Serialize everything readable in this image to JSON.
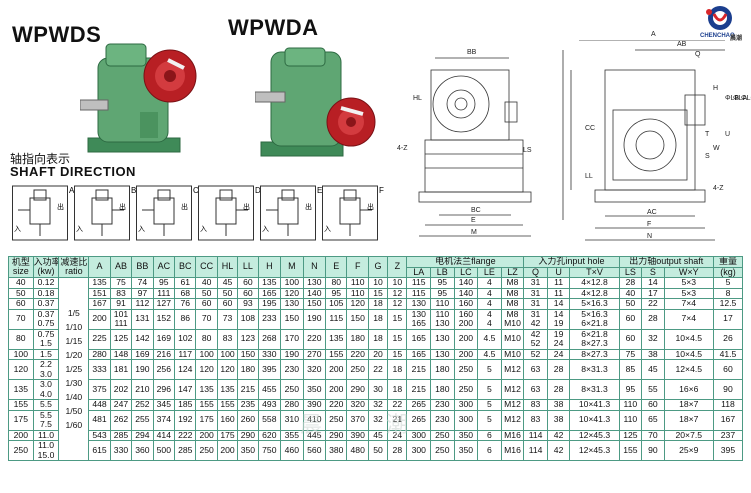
{
  "header": {
    "model_left": "WPWDS",
    "model_right": "WPWDA",
    "shaft_cn": "轴指向表示",
    "shaft_en": "SHAFT DIRECTION",
    "logo_name": "CHENCHAO",
    "logo_cn": "晨潮"
  },
  "shaft_diagrams": [
    {
      "letter": "A",
      "in": "入",
      "out": "出"
    },
    {
      "letter": "B",
      "in": "入",
      "out": "出"
    },
    {
      "letter": "C",
      "in": "入",
      "out": "出"
    },
    {
      "letter": "D",
      "in": "入",
      "out": "出"
    },
    {
      "letter": "E",
      "in": "入",
      "out": "出"
    },
    {
      "letter": "F",
      "in": "入",
      "out": "出"
    }
  ],
  "drawing_labels": {
    "side": [
      "BB",
      "HL",
      "4-Z",
      "LS",
      "BC",
      "E",
      "M"
    ],
    "front": [
      "A",
      "AB",
      "Q",
      "H",
      "CC",
      "LL",
      "ΦLB",
      "ΦLA",
      "ΦLC",
      "T",
      "U",
      "W",
      "S",
      "4-Z",
      "AC",
      "F",
      "N"
    ]
  },
  "table": {
    "group_headers": {
      "flange": "电机法兰flange",
      "input": "入力孔input hole",
      "output": "出力轴output shaft",
      "weight": "重量"
    },
    "columns": {
      "frame_size": "机型\nsize",
      "power": "入功率\n(kw)",
      "ratio": "减速比\nratio",
      "dims": [
        "A",
        "AB",
        "BB",
        "AC",
        "BC",
        "CC",
        "HL",
        "LL",
        "H",
        "M",
        "N",
        "E",
        "F",
        "G",
        "Z"
      ],
      "flange": [
        "LA",
        "LB",
        "LC",
        "LE",
        "LZ"
      ],
      "input": [
        "Q",
        "U",
        "T×V"
      ],
      "output": [
        "LS",
        "S",
        "W×Y"
      ],
      "weight_unit": "(kg)"
    },
    "ratios": [
      "1/5",
      "1/10",
      "1/15",
      "1/20",
      "1/25",
      "1/30",
      "1/40",
      "1/50",
      "1/60"
    ],
    "rows": [
      {
        "size": "40",
        "power": [
          "0.12"
        ],
        "dims": [
          "135",
          "75",
          "74",
          "95",
          "61",
          "40",
          "45",
          "60",
          "135",
          "100",
          "130",
          "80",
          "110",
          "10",
          "10"
        ],
        "flange": [
          [
            "115",
            "95",
            "140",
            "4"
          ]
        ],
        "lz": "M8",
        "input": [
          [
            "31",
            "11",
            "4×12.8"
          ]
        ],
        "output": [
          "28",
          "14",
          "5×3"
        ],
        "weight": "5"
      },
      {
        "size": "50",
        "power": [
          "0.18"
        ],
        "dims": [
          "151",
          "83",
          "97",
          "111",
          "68",
          "50",
          "50",
          "60",
          "165",
          "120",
          "140",
          "95",
          "110",
          "15",
          "12"
        ],
        "flange": [
          [
            "115",
            "95",
            "140",
            "4"
          ]
        ],
        "lz": "M8",
        "input": [
          [
            "31",
            "11",
            "4×12.8"
          ]
        ],
        "output": [
          "40",
          "17",
          "5×3"
        ],
        "weight": "8"
      },
      {
        "size": "60",
        "power": [
          "0.37"
        ],
        "dims": [
          "167",
          "91",
          "112",
          "127",
          "76",
          "60",
          "60",
          "93",
          "195",
          "130",
          "150",
          "105",
          "120",
          "18",
          "12"
        ],
        "flange": [
          [
            "130",
            "110",
            "160",
            "4"
          ]
        ],
        "lz": "M8",
        "input": [
          [
            "31",
            "14",
            "5×16.3"
          ]
        ],
        "output": [
          "50",
          "22",
          "7×4"
        ],
        "weight": "12.5"
      },
      {
        "size": "70",
        "power": [
          "0.37",
          "0.75"
        ],
        "dims": [
          "200",
          "131",
          "152",
          "86",
          "70",
          "73",
          "108",
          "233",
          "150",
          "190",
          "115",
          "150",
          "18",
          "15"
        ],
        "ab": "101\n111",
        "flange": [
          [
            "130",
            "110",
            "160",
            "4"
          ],
          [
            "165",
            "130",
            "200",
            "4"
          ]
        ],
        "lz": "M8\nM10",
        "input": [
          [
            "31",
            "14",
            "5×16.3"
          ],
          [
            "42",
            "19",
            "6×21.8"
          ]
        ],
        "output": [
          "60",
          "28",
          "7×4"
        ],
        "weight": "17"
      },
      {
        "size": "80",
        "power": [
          "0.75",
          "1.5"
        ],
        "dims": [
          "225",
          "125",
          "142",
          "169",
          "102",
          "80",
          "83",
          "123",
          "268",
          "170",
          "220",
          "135",
          "180",
          "18",
          "15"
        ],
        "flange": [
          [
            "165",
            "130",
            "200",
            "4.5"
          ]
        ],
        "lz": "M10",
        "input": [
          [
            "42",
            "19",
            "6×21.8"
          ],
          [
            "52",
            "24",
            "8×27.3"
          ]
        ],
        "output": [
          "60",
          "32",
          "10×4.5"
        ],
        "weight": "26"
      },
      {
        "size": "100",
        "power": [
          "1.5"
        ],
        "dims": [
          "280",
          "148",
          "169",
          "216",
          "117",
          "100",
          "100",
          "150",
          "330",
          "190",
          "270",
          "155",
          "220",
          "20",
          "15"
        ],
        "flange": [
          [
            "165",
            "130",
            "200",
            "4.5"
          ]
        ],
        "lz": "M10",
        "input": [
          [
            "52",
            "24",
            "8×27.3"
          ]
        ],
        "output": [
          "75",
          "38",
          "10×4.5"
        ],
        "weight": "41.5"
      },
      {
        "size": "120",
        "power": [
          "2.2",
          "3.0"
        ],
        "dims": [
          "333",
          "181",
          "190",
          "256",
          "124",
          "120",
          "120",
          "180",
          "395",
          "230",
          "320",
          "200",
          "250",
          "22",
          "18"
        ],
        "flange": [
          [
            "215",
            "180",
            "250",
            "5"
          ]
        ],
        "lz": "M12",
        "input": [
          [
            "63",
            "28",
            "8×31.3"
          ]
        ],
        "output": [
          "85",
          "45",
          "12×4.5"
        ],
        "weight": "60"
      },
      {
        "size": "135",
        "power": [
          "3.0",
          "4.0"
        ],
        "dims": [
          "375",
          "202",
          "210",
          "296",
          "147",
          "135",
          "135",
          "215",
          "455",
          "250",
          "350",
          "200",
          "290",
          "30",
          "18"
        ],
        "flange": [
          [
            "215",
            "180",
            "250",
            "5"
          ]
        ],
        "lz": "M12",
        "input": [
          [
            "63",
            "28",
            "8×31.3"
          ]
        ],
        "output": [
          "95",
          "55",
          "16×6"
        ],
        "weight": "90"
      },
      {
        "size": "155",
        "power": [
          "5.5"
        ],
        "dims": [
          "448",
          "247",
          "252",
          "345",
          "185",
          "155",
          "155",
          "235",
          "493",
          "280",
          "390",
          "220",
          "320",
          "32",
          "22"
        ],
        "flange": [
          [
            "265",
            "230",
            "300",
            "5"
          ]
        ],
        "lz": "M12",
        "input": [
          [
            "83",
            "38",
            "10×41.3"
          ]
        ],
        "output": [
          "110",
          "60",
          "18×7"
        ],
        "weight": "118"
      },
      {
        "size": "175",
        "power": [
          "5.5",
          "7.5"
        ],
        "dims": [
          "481",
          "262",
          "255",
          "374",
          "192",
          "175",
          "160",
          "260",
          "558",
          "310",
          "410",
          "250",
          "370",
          "32",
          "21"
        ],
        "flange": [
          [
            "265",
            "230",
            "300",
            "5"
          ]
        ],
        "lz": "M12",
        "input": [
          [
            "83",
            "38",
            "10×41.3"
          ]
        ],
        "output": [
          "110",
          "65",
          "18×7"
        ],
        "weight": "167"
      },
      {
        "size": "200",
        "power": [
          "11.0"
        ],
        "dims": [
          "543",
          "285",
          "294",
          "414",
          "222",
          "200",
          "175",
          "290",
          "620",
          "355",
          "445",
          "290",
          "390",
          "45",
          "24"
        ],
        "flange": [
          [
            "300",
            "250",
            "350",
            "6"
          ]
        ],
        "lz": "M16",
        "input": [
          [
            "114",
            "42",
            "12×45.3"
          ]
        ],
        "output": [
          "125",
          "70",
          "20×7.5"
        ],
        "weight": "237"
      },
      {
        "size": "250",
        "power": [
          "11.0",
          "15.0"
        ],
        "dims": [
          "615",
          "330",
          "360",
          "500",
          "285",
          "250",
          "200",
          "350",
          "750",
          "460",
          "560",
          "380",
          "480",
          "50",
          "28"
        ],
        "flange": [
          [
            "300",
            "250",
            "350",
            "6"
          ]
        ],
        "lz": "M16",
        "input": [
          [
            "114",
            "42",
            "12×45.3"
          ]
        ],
        "output": [
          "155",
          "90",
          "25×9"
        ],
        "weight": "395"
      }
    ]
  },
  "watermark": [
    "晨",
    "潮"
  ],
  "colors": {
    "header_bg": "#c4ecde",
    "border": "#4d9a84",
    "gear_green": "#5a9a6b",
    "flange_red": "#c8262a"
  }
}
